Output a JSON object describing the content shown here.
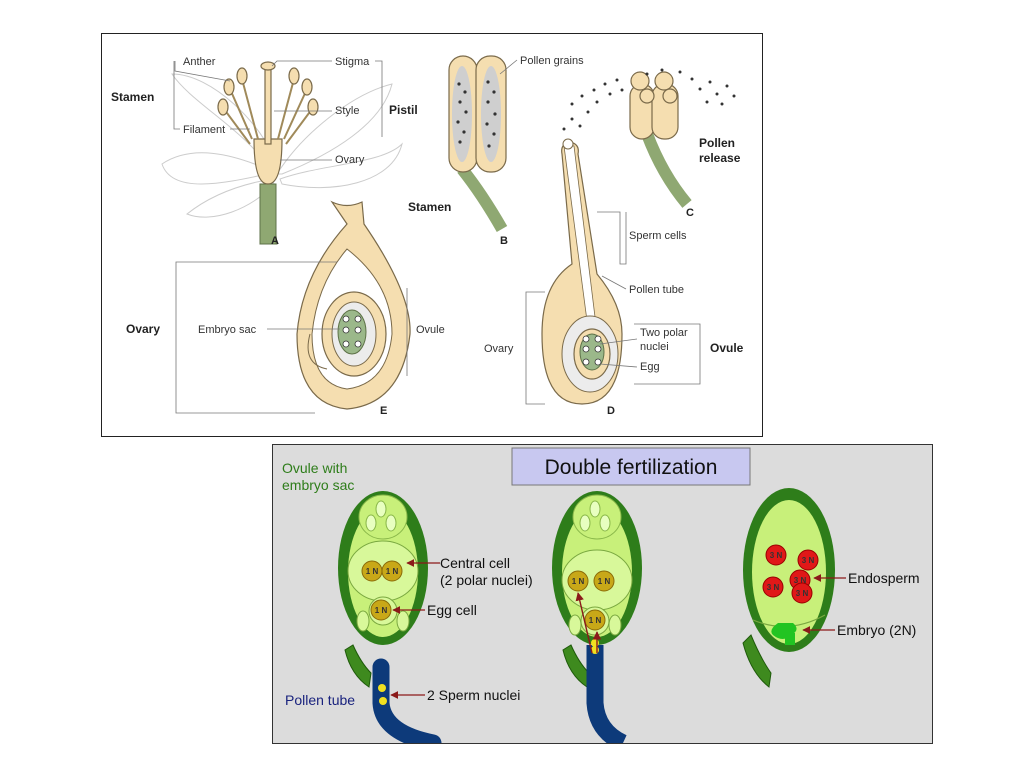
{
  "top_diagram": {
    "labels": {
      "anther": "Anther",
      "stigma": "Stigma",
      "stamen": "Stamen",
      "pistil": "Pistil",
      "style": "Style",
      "filament": "Filament",
      "ovary": "Ovary",
      "pollen_grains": "Pollen grains",
      "pollen_release_1": "Pollen",
      "pollen_release_2": "release",
      "stamen_b": "Stamen",
      "sperm_cells": "Sperm cells",
      "pollen_tube": "Pollen tube",
      "ovary_left": "Ovary",
      "embryo_sac": "Embryo sac",
      "ovule_e": "Ovule",
      "ovary_d": "Ovary",
      "two_polar_1": "Two polar",
      "two_polar_2": "nuclei",
      "egg": "Egg",
      "ovule_d": "Ovule"
    },
    "figure_letters": {
      "a": "A",
      "b": "B",
      "c": "C",
      "d": "D",
      "e": "E"
    }
  },
  "bottom_diagram": {
    "title": "Double fertilization",
    "labels": {
      "ovule_with_1": "Ovule with",
      "ovule_with_2": "embryo sac",
      "central_cell_1": "Central cell",
      "central_cell_2": "(2 polar nuclei)",
      "egg_cell": "Egg cell",
      "pollen_tube": "Pollen tube",
      "sperm_nuclei": "2 Sperm nuclei",
      "endosperm": "Endosperm",
      "embryo": "Embryo (2N)"
    },
    "nucleus_labels": {
      "haploid": "1 N",
      "triploid": "3 N"
    },
    "colors": {
      "ovule_wall": "#2e7d1a",
      "ovule_inner": "#c8f07a",
      "nucleus": "#c8a818",
      "endosperm_nucleus": "#e01818",
      "embryo": "#22c422",
      "pollen_tube": "#0d3a7a",
      "sperm": "#f0e020",
      "arrow": "#8b1a1a",
      "title_bg": "#c8c8f0"
    }
  }
}
